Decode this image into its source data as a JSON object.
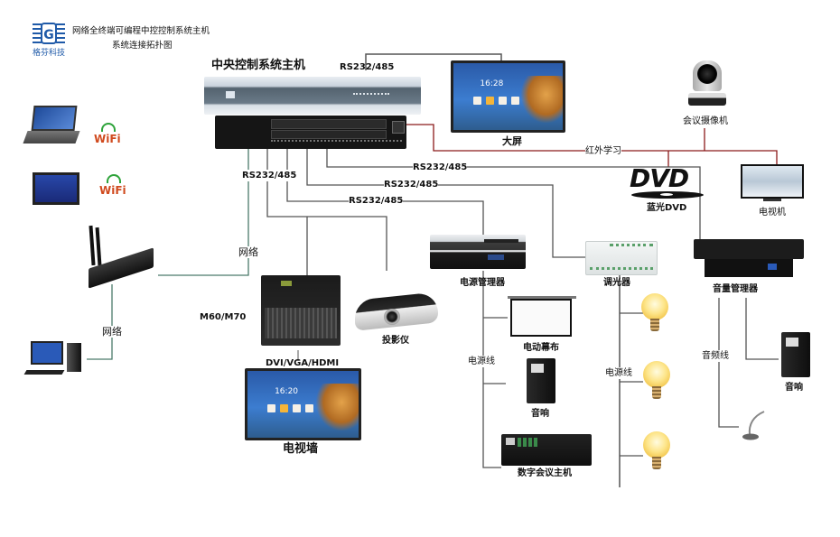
{
  "header": {
    "company_logo_text": "格芬科技",
    "title_line1": "网络全终端可编程中控控制系统主机",
    "title_line2": "系统连接拓扑图"
  },
  "devices": {
    "central_host": "中央控制系统主机",
    "big_screen": "大屏",
    "conference_camera": "会议摄像机",
    "dvd": "蓝光DVD",
    "dvd_logo": "DVD",
    "tv": "电视机",
    "matrix": "M60/M70",
    "projector": "投影仪",
    "video_wall": "电视墙",
    "power_manager": "电源管理器",
    "motorized_screen": "电动幕布",
    "speaker_left": "音响",
    "digital_conference_host": "数字会议主机",
    "dimmer": "调光器",
    "audio_manager": "音量管理器",
    "speaker_right": "音响",
    "wifi_label_1": "WiFi",
    "wifi_label_2": "WiFi",
    "screen_time_big": "16:28",
    "screen_time_wall": "16:20"
  },
  "connections": {
    "rs232_top": "RS232/485",
    "rs232_left": "RS232/485",
    "rs232_1": "RS232/485",
    "rs232_2": "RS232/485",
    "rs232_3": "RS232/485",
    "infrared": "红外学习",
    "network_1": "网络",
    "network_2": "网络",
    "video_signal": "DVI/VGA/HDMI",
    "power_line_1": "电源线",
    "power_line_2": "电源线",
    "audio_line": "音频线"
  },
  "colors": {
    "line_gray": "#555555",
    "line_red": "#8b1a1a",
    "line_green": "#4a7a6a",
    "logo_blue": "#1f5aa8"
  }
}
